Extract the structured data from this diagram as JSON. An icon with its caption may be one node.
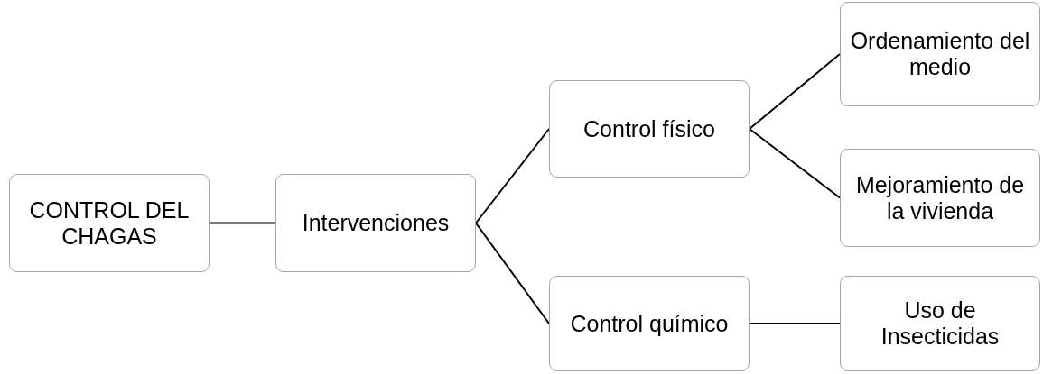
{
  "diagram": {
    "nodes": [
      {
        "text": [
          "CONTROL DEL CHAGAS"
        ]
      },
      {
        "text": [
          "Intervenciones"
        ]
      },
      {
        "text": [
          "Control físico"
        ]
      },
      {
        "text": [
          "Control químico"
        ]
      },
      {
        "text": [
          "Ordenamiento del medio"
        ]
      },
      {
        "text": [
          "Mejoramiento de la vivienda"
        ]
      },
      {
        "text": [
          "Uso de Insecticidas"
        ]
      }
    ],
    "edges": [
      {
        "from": 0,
        "to": 1,
        "arrow": "none"
      },
      {
        "from": 1,
        "to": 2,
        "arrow": "none"
      },
      {
        "from": 1,
        "to": 3,
        "arrow": "none"
      },
      {
        "from": 2,
        "to": 4,
        "arrow": "none"
      },
      {
        "from": 2,
        "to": 5,
        "arrow": "none"
      },
      {
        "from": 3,
        "to": 6,
        "arrow": "none"
      }
    ]
  }
}
